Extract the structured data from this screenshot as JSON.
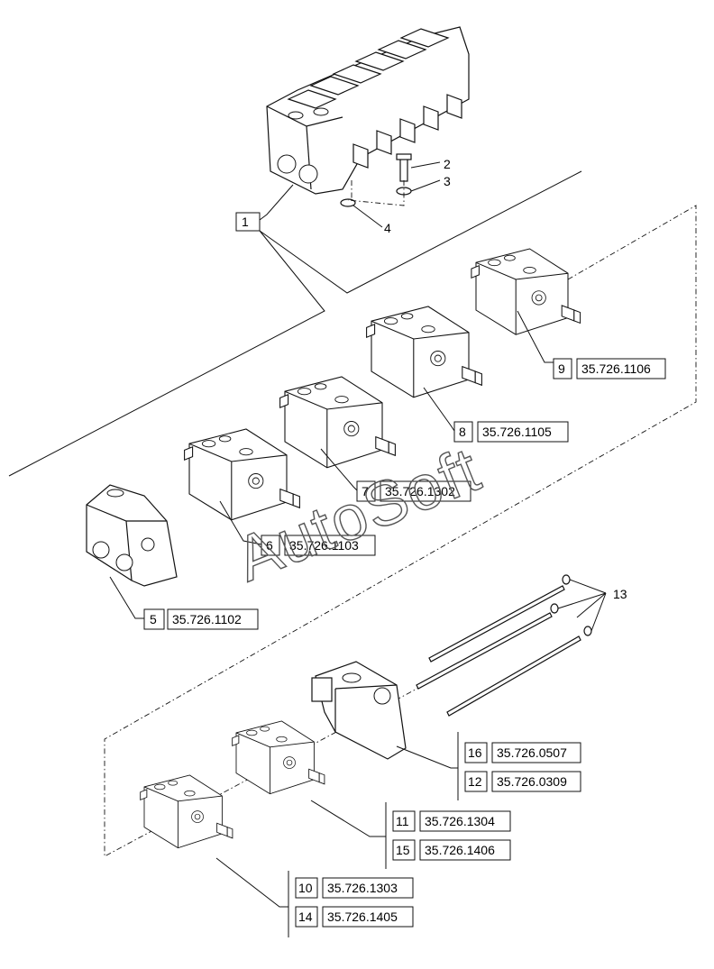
{
  "diagram": {
    "watermark": "AutoSoft",
    "callouts": [
      {
        "item": "1",
        "code": ""
      },
      {
        "item": "2",
        "code": ""
      },
      {
        "item": "3",
        "code": ""
      },
      {
        "item": "4",
        "code": ""
      },
      {
        "item": "5",
        "code": "35.726.1102"
      },
      {
        "item": "6",
        "code": "35.726.1103"
      },
      {
        "item": "7",
        "code": "35.726.1302"
      },
      {
        "item": "8",
        "code": "35.726.1105"
      },
      {
        "item": "9",
        "code": "35.726.1106"
      },
      {
        "item": "13",
        "code": ""
      },
      {
        "item": "16",
        "code": "35.726.0507"
      },
      {
        "item": "12",
        "code": "35.726.0309"
      },
      {
        "item": "11",
        "code": "35.726.1304"
      },
      {
        "item": "15",
        "code": "35.726.1406"
      },
      {
        "item": "10",
        "code": "35.726.1303"
      },
      {
        "item": "14",
        "code": "35.726.1405"
      }
    ]
  }
}
